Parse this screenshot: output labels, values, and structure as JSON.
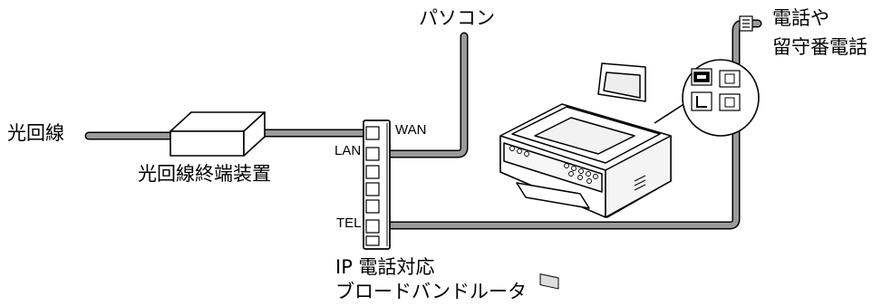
{
  "labels": {
    "fiber_line": "光回線",
    "onu": "光回線終端装置",
    "pc": "パソコン",
    "phone_line1": "電話や",
    "phone_line2": "留守番電話",
    "router_line1": "IP 電話対応",
    "router_line2": "ブロードバンドルータ",
    "port_wan": "WAN",
    "port_lan": "LAN",
    "port_tel": "TEL"
  },
  "colors": {
    "cable": "#9a9a9a",
    "outline": "#000000",
    "background": "#ffffff"
  },
  "icons": {
    "telephone": "telephone-icon",
    "line": "line-L-icon"
  }
}
